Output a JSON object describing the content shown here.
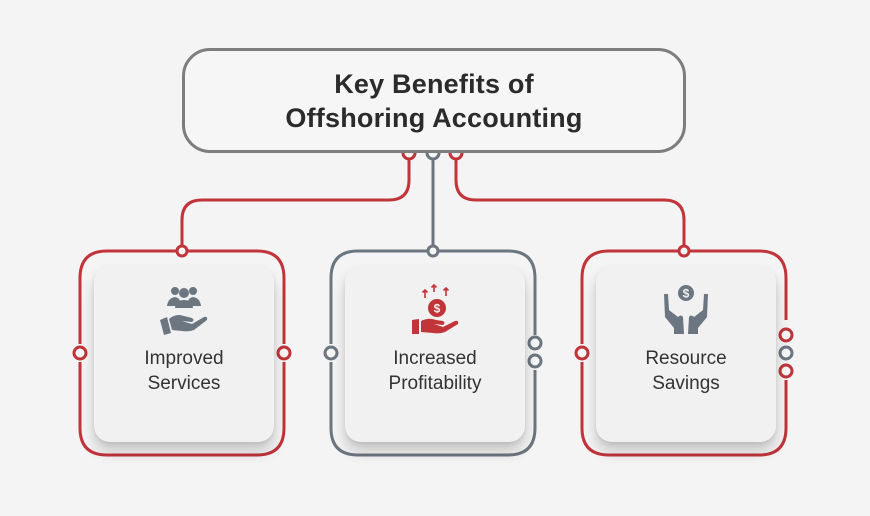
{
  "title": {
    "line1": "Key Benefits of",
    "line2": "Offshoring Accounting"
  },
  "colors": {
    "red": "#c0343a",
    "gray": "#6c7680",
    "title_border": "#7d7d7d",
    "text": "#2b2b2b"
  },
  "benefits": [
    {
      "line1": "Improved",
      "line2": "Services",
      "icon": "hand-with-people-icon",
      "frame_color": "red"
    },
    {
      "line1": "Increased",
      "line2": "Profitability",
      "icon": "hand-with-rising-dollar-icon",
      "frame_color": "gray"
    },
    {
      "line1": "Resource",
      "line2": "Savings",
      "icon": "hands-holding-dollar-icon",
      "frame_color": "red"
    }
  ]
}
